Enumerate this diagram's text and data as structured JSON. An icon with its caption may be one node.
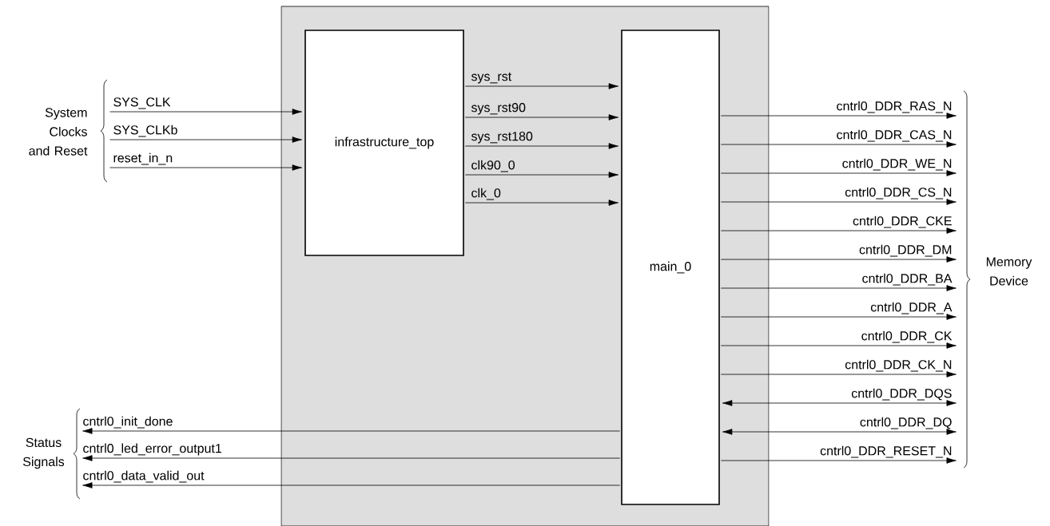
{
  "diagram": {
    "nodes": [
      {
        "text": [],
        "shape": "box"
      },
      {
        "text": [
          "infrastructure_top"
        ],
        "in": 0
      },
      {
        "text": [
          "main_0"
        ],
        "in": 0
      },
      {
        "text": [
          "System Clocks and Reset"
        ]
      },
      {
        "text": [
          "Memory Device"
        ]
      },
      {
        "text": [
          "Status Signals"
        ]
      }
    ],
    "edges": [
      {
        "from": 3,
        "to": 1,
        "arrow": "to",
        "label": "SYS_CLK"
      },
      {
        "from": 3,
        "to": 1,
        "arrow": "to",
        "label": "SYS_CLKb"
      },
      {
        "from": 3,
        "to": 1,
        "arrow": "to",
        "label": "reset_in_n"
      },
      {
        "from": 1,
        "to": 2,
        "arrow": "to",
        "label": "sys_rst"
      },
      {
        "from": 1,
        "to": 2,
        "arrow": "to",
        "label": "sys_rst90"
      },
      {
        "from": 1,
        "to": 2,
        "arrow": "to",
        "label": "sys_rst180"
      },
      {
        "from": 1,
        "to": 2,
        "arrow": "to",
        "label": "clk90_0"
      },
      {
        "from": 1,
        "to": 2,
        "arrow": "to",
        "label": "clk_0"
      },
      {
        "from": 2,
        "to": 4,
        "arrow": "to",
        "label": "cntrl0_DDR_RAS_N"
      },
      {
        "from": 2,
        "to": 4,
        "arrow": "to",
        "label": "cntrl0_DDR_CAS_N"
      },
      {
        "from": 2,
        "to": 4,
        "arrow": "to",
        "label": "cntrl0_DDR_WE_N"
      },
      {
        "from": 2,
        "to": 4,
        "arrow": "to",
        "label": "cntrl0_DDR_CS_N"
      },
      {
        "from": 2,
        "to": 4,
        "arrow": "to",
        "label": "cntrl0_DDR_CKE"
      },
      {
        "from": 2,
        "to": 4,
        "arrow": "to",
        "label": "cntrl0_DDR_DM"
      },
      {
        "from": 2,
        "to": 4,
        "arrow": "to",
        "label": "cntrl0_DDR_BA"
      },
      {
        "from": 2,
        "to": 4,
        "arrow": "to",
        "label": "cntrl0_DDR_A"
      },
      {
        "from": 2,
        "to": 4,
        "arrow": "to",
        "label": "cntrl0_DDR_CK"
      },
      {
        "from": 2,
        "to": 4,
        "arrow": "to",
        "label": "cntrl0_DDR_CK_N"
      },
      {
        "from": 2,
        "to": 4,
        "arrow": "both",
        "label": "cntrl0_DDR_DQS"
      },
      {
        "from": 2,
        "to": 4,
        "arrow": "both",
        "label": "cntrl0_DDR_DQ"
      },
      {
        "from": 2,
        "to": 4,
        "arrow": "to",
        "label": "cntrl0_DDR_RESET_N"
      },
      {
        "from": 2,
        "to": 5,
        "arrow": "to",
        "label": "cntrl0_init_done"
      },
      {
        "from": 2,
        "to": 5,
        "arrow": "to",
        "label": "cntrl0_led_error_output1"
      },
      {
        "from": 2,
        "to": 5,
        "arrow": "to",
        "label": "cntrl0_data_valid_out"
      }
    ]
  }
}
